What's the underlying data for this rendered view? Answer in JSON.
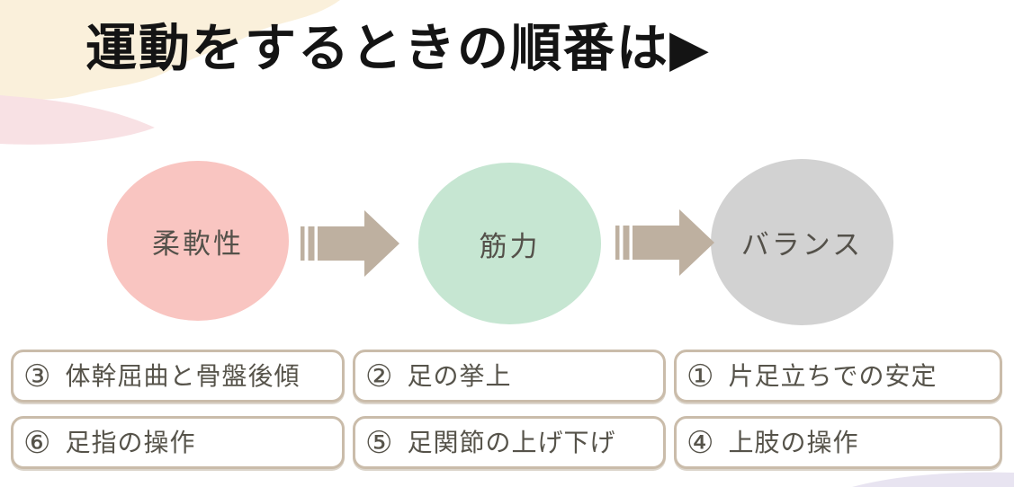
{
  "title": "運動をするときの順番は▶",
  "colors": {
    "title_text": "#141414",
    "circle_text": "#54514a",
    "box_text": "#56534a",
    "box_border": "#cabcaa",
    "arrow": "#beb0a0",
    "bg_cream": "#faf0db",
    "bg_pink_wave": "#f8e1e4",
    "bg_lavender": "#e8e4f1",
    "stage_flexibility": "#f9c5c1",
    "stage_strength": "#c6e6d2",
    "stage_balance": "#d2d2d2"
  },
  "stages": [
    {
      "label": "柔軟性"
    },
    {
      "label": "筋力"
    },
    {
      "label": "バランス"
    }
  ],
  "tasks": [
    {
      "number": "③",
      "label": "体幹屈曲と骨盤後傾"
    },
    {
      "number": "②",
      "label": "足の挙上"
    },
    {
      "number": "①",
      "label": "片足立ちでの安定"
    },
    {
      "number": "⑥",
      "label": "足指の操作"
    },
    {
      "number": "⑤",
      "label": "足関節の上げ下げ"
    },
    {
      "number": "④",
      "label": "上肢の操作"
    }
  ]
}
